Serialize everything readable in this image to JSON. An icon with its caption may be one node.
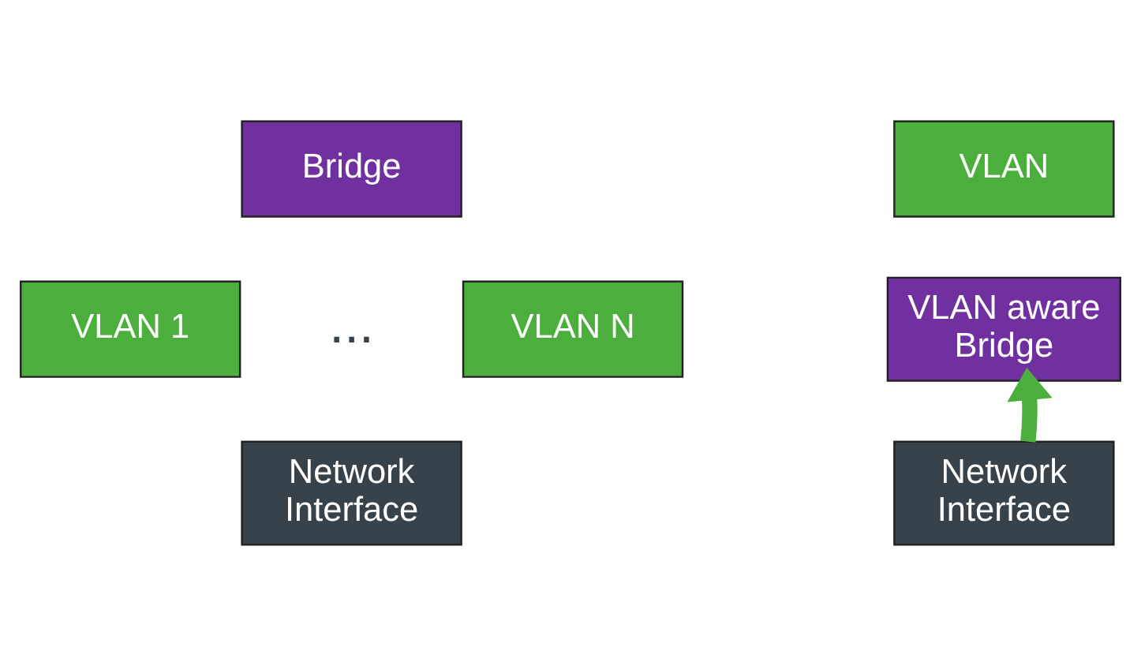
{
  "diagram": {
    "nodes": [
      {
        "text": [
          "Bridge"
        ]
      },
      {
        "text": [
          "VLAN 1"
        ]
      },
      {
        "text": [
          "VLAN N"
        ]
      },
      {
        "text": [
          "Network Interface"
        ]
      },
      {
        "text": [
          "VLAN"
        ]
      },
      {
        "text": [
          "VLAN aware Bridge"
        ]
      },
      {
        "text": [
          "Network Interface"
        ]
      }
    ],
    "edges": [
      {
        "from": 6,
        "to": 5,
        "arrow": "to",
        "color": "#4cae3c"
      }
    ],
    "labels": [
      "..."
    ]
  }
}
